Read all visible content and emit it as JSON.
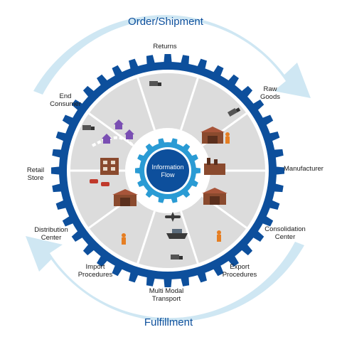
{
  "diagram": {
    "top_arc_title": "Order/Shipment",
    "bottom_arc_title": "Fulfillment",
    "center_line1": "Information",
    "center_line2": "Flow",
    "labels": {
      "returns": "Returns",
      "raw_goods_1": "Raw",
      "raw_goods_2": "Goods",
      "manufacturer": "Manufacturer",
      "consolidation_1": "Consolidation",
      "consolidation_2": "Center",
      "export_1": "Export",
      "export_2": "Procedures",
      "multimodal_1": "Multi Modal",
      "multimodal_2": "Transport",
      "import_1": "Import",
      "import_2": "Procedures",
      "distribution_1": "Distribution",
      "distribution_2": "Center",
      "retail_1": "Retail",
      "retail_2": "Store",
      "end_consumer_1": "End",
      "end_consumer_2": "Consumer"
    },
    "colors": {
      "gear": "#0d4f9c",
      "ring": "#d4d4d4",
      "arc": "#cfe7f3",
      "hub_gear": "#2a9bd4",
      "hub_center": "#0d4f9c",
      "house": "#7a4fb3",
      "building": "#8a4a2e"
    }
  }
}
